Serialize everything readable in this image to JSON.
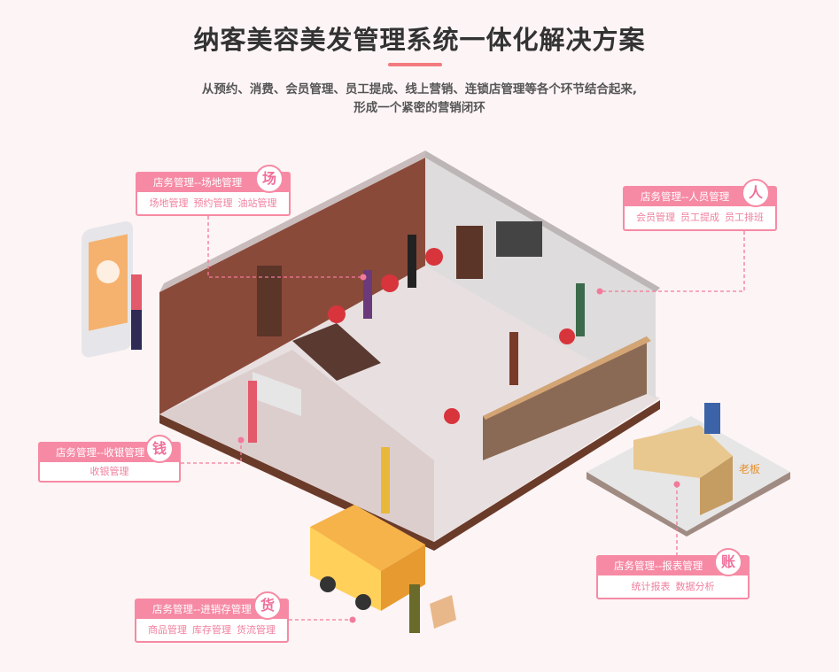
{
  "header": {
    "title": "纳客美容美发管理系统一体化解决方案",
    "subtitle_line1": "从预约、消费、会员管理、员工提成、线上营销、连锁店管理等各个环节结合起来,",
    "subtitle_line2": "形成一个紧密的营销闭环"
  },
  "cards": [
    {
      "title": "店务管理--场地管理",
      "badge": "场",
      "items": [
        "场地管理",
        "预约管理",
        "油站管理"
      ]
    },
    {
      "title": "店务管理--人员管理",
      "badge": "人",
      "items": [
        "会员管理",
        "员工提成",
        "员工排班"
      ]
    },
    {
      "title": "店务管理--收银管理",
      "badge": "钱",
      "items": [
        "收银管理"
      ]
    },
    {
      "title": "店务管理--报表管理",
      "badge": "账",
      "items": [
        "统计报表",
        "数据分析"
      ]
    },
    {
      "title": "店务管理--进销存管理",
      "badge": "货",
      "items": [
        "商品管理",
        "库存管理",
        "货流管理"
      ]
    }
  ],
  "scene": {
    "boss_label": "老板"
  },
  "colors": {
    "accent": "#f68aa4",
    "title_bar": "#f27a7f",
    "background": "#fdf4f5"
  }
}
